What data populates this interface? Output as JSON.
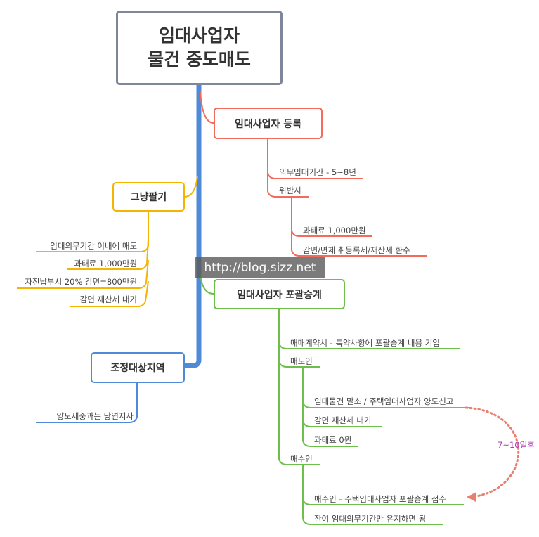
{
  "root": {
    "line1": "임대사업자",
    "line2": "물건 중도매도"
  },
  "colors": {
    "root": "#7d8799",
    "register": "#f26b5b",
    "sell": "#f5b400",
    "succession": "#6cc04a",
    "adjust": "#4f8ad8",
    "arrow": "#e8806f",
    "arrow_label": "#b03cb0"
  },
  "register": {
    "title": "임대사업자 등록",
    "items": [
      "의무임대기간 - 5~8년",
      "위반시"
    ],
    "violation": [
      "과태료 1,000만원",
      "감면/면제 취등록세/재산세 환수"
    ]
  },
  "sell": {
    "title": "그냥팔기",
    "items": [
      "임대의무기간 이내에 매도",
      "과태료 1,000만원",
      "자진납부시 20% 감면=800만원",
      "감면 재산세 내기"
    ]
  },
  "succession": {
    "title": "임대사업자 포괄승계",
    "items": [
      "매매계약서 - 특약사항에 포괄승계 내용 기입",
      "매도인",
      "매수인"
    ],
    "seller": [
      "임대물건 말소 / 주택임대사업자 양도신고",
      "감면 재산세 내기",
      "과태료 0원"
    ],
    "buyer": [
      "매수인 - 주택임대사업자 포괄승계 접수",
      "잔여 임대의무기간만 유지하면 됨"
    ],
    "arrow_label": "7~10일후"
  },
  "adjust": {
    "title": "조정대상지역",
    "items": [
      "양도세중과는 당연지사"
    ]
  },
  "watermark": "http://blog.sizz.net"
}
